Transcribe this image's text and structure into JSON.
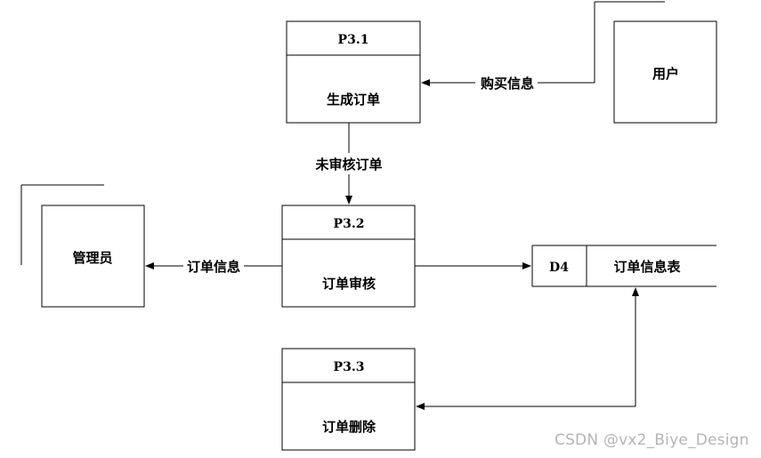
{
  "processes": {
    "p31": {
      "id": "P3.1",
      "name": "生成订单"
    },
    "p32": {
      "id": "P3.2",
      "name": "订单审核"
    },
    "p33": {
      "id": "P3.3",
      "name": "订单删除"
    }
  },
  "entities": {
    "user": {
      "name": "用户"
    },
    "admin": {
      "name": "管理员"
    }
  },
  "datastore": {
    "id": "D4",
    "name": "订单信息表"
  },
  "flows": {
    "buy_info": "购买信息",
    "unreviewed": "未审核订单",
    "order_info": "订单信息"
  },
  "watermark": "CSDN @vx2_Biye_Design",
  "colors": {
    "line": "#000000",
    "background": "#ffffff",
    "watermark": "#b5b5b5"
  }
}
